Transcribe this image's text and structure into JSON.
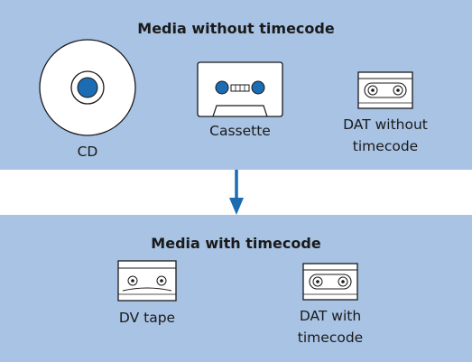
{
  "top_panel": {
    "title": "Media without timecode",
    "items": [
      {
        "icon": "cd-icon",
        "label": "CD"
      },
      {
        "icon": "cassette-icon",
        "label": "Cassette"
      },
      {
        "icon": "dat-tape-icon",
        "label_line1": "DAT without",
        "label_line2": "timecode"
      }
    ]
  },
  "arrow": {
    "icon": "down-arrow-icon",
    "color": "#1b6cb3"
  },
  "bottom_panel": {
    "title": "Media with timecode",
    "items": [
      {
        "icon": "dv-tape-icon",
        "label": "DV tape"
      },
      {
        "icon": "dat-tape-icon",
        "label_line1": "DAT with",
        "label_line2": "timecode"
      }
    ]
  },
  "colors": {
    "panel_background": "#a8c3e3",
    "accent_blue": "#1b6cb3",
    "icon_fill": "#ffffff",
    "icon_stroke": "#1a1a1a"
  }
}
